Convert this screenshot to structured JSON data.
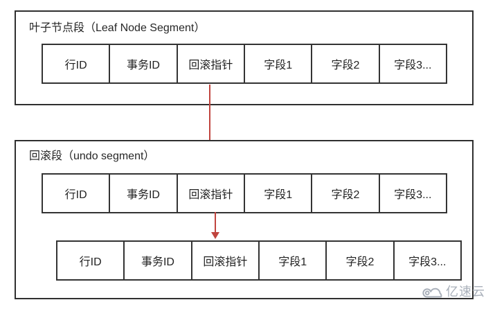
{
  "leaf_segment": {
    "title": "叶子节点段（Leaf Node Segment）",
    "row": [
      "行ID",
      "事务ID",
      "回滚指针",
      "字段1",
      "字段2",
      "字段3..."
    ]
  },
  "undo_segment": {
    "title": "回滚段（undo segment）",
    "rows": [
      [
        "行ID",
        "事务ID",
        "回滚指针",
        "字段1",
        "字段2",
        "字段3..."
      ],
      [
        "行ID",
        "事务ID",
        "回滚指针",
        "字段1",
        "字段2",
        "字段3..."
      ]
    ]
  },
  "arrows": [
    {
      "name": "leaf-rollback-pointer-to-undo-segment",
      "color": "#c0443e"
    },
    {
      "name": "undo-row1-rollback-pointer-to-row2",
      "color": "#c0443e"
    }
  ],
  "watermark": {
    "text": "亿速云",
    "icon": "cloud-logo",
    "color": "#a9b0ba"
  },
  "colors": {
    "box_border": "#2f2f2f",
    "cell_border": "#333333",
    "text": "#262626",
    "arrow": "#c0443e"
  }
}
